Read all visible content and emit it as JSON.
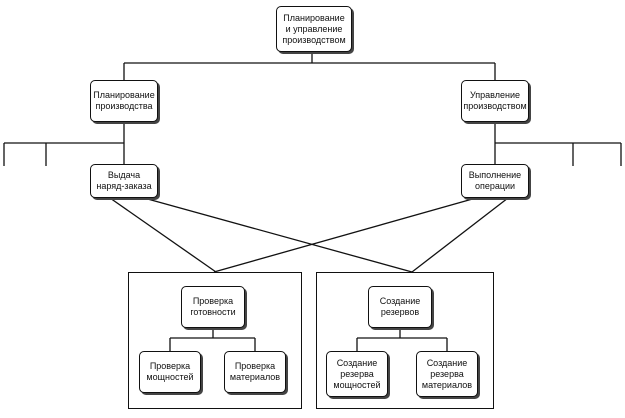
{
  "root": "Планирование\nи управление\nпроизводством",
  "planning": "Планирование\nпроизводства",
  "management": "Управление\nпроизводством",
  "issue_order": "Выдача\nнаряд-заказа",
  "execution": "Выполнение\nоперации",
  "readiness_check": "Проверка\nготовности",
  "capacity_check": "Проверка\nмощностей",
  "materials_check": "Проверка\nматериалов",
  "create_reserves": "Создание\nрезервов",
  "capacity_reserve": "Создание\nрезерва\nмощностей",
  "materials_reserve": "Создание\nрезерва\nматериалов"
}
